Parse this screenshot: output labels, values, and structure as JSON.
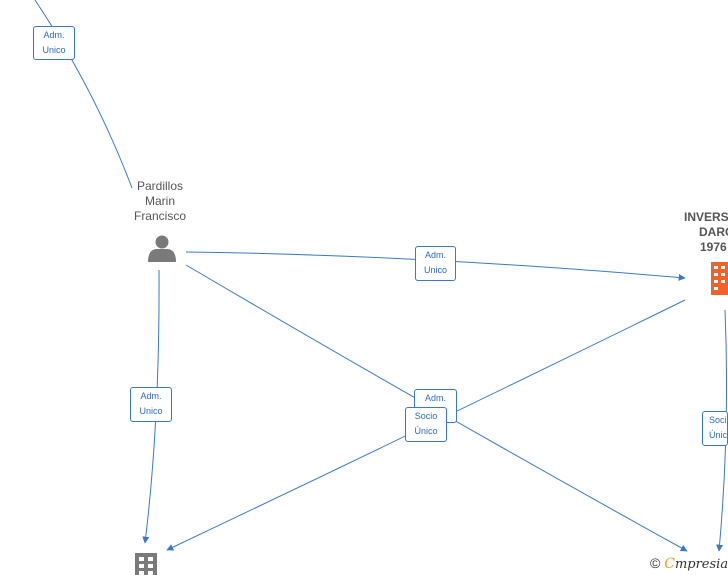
{
  "nodes": {
    "person": {
      "lines": [
        "Pardillos",
        "Marin",
        "Francisco"
      ]
    },
    "company_right": {
      "lines": [
        "INVERS",
        "DARC",
        "1976"
      ]
    }
  },
  "edge_labels": [
    [
      "Adm.",
      "Unico"
    ],
    [
      "Adm.",
      "Unico"
    ],
    [
      "Adm.",
      "Unico"
    ],
    [
      "Adm.",
      ""
    ],
    [
      "Socio",
      "Único"
    ],
    [
      "Soci",
      "Únic"
    ]
  ],
  "watermark": {
    "copyright": "©",
    "brand_initial": "C",
    "brand_rest": "mpresia"
  },
  "colors": {
    "edge": "#3a78c8",
    "label_text": "#2c6cc0",
    "person_icon": "#7a7a7a",
    "company_icon_orange": "#f0622c",
    "company_icon_grey": "#7a7a7a"
  }
}
